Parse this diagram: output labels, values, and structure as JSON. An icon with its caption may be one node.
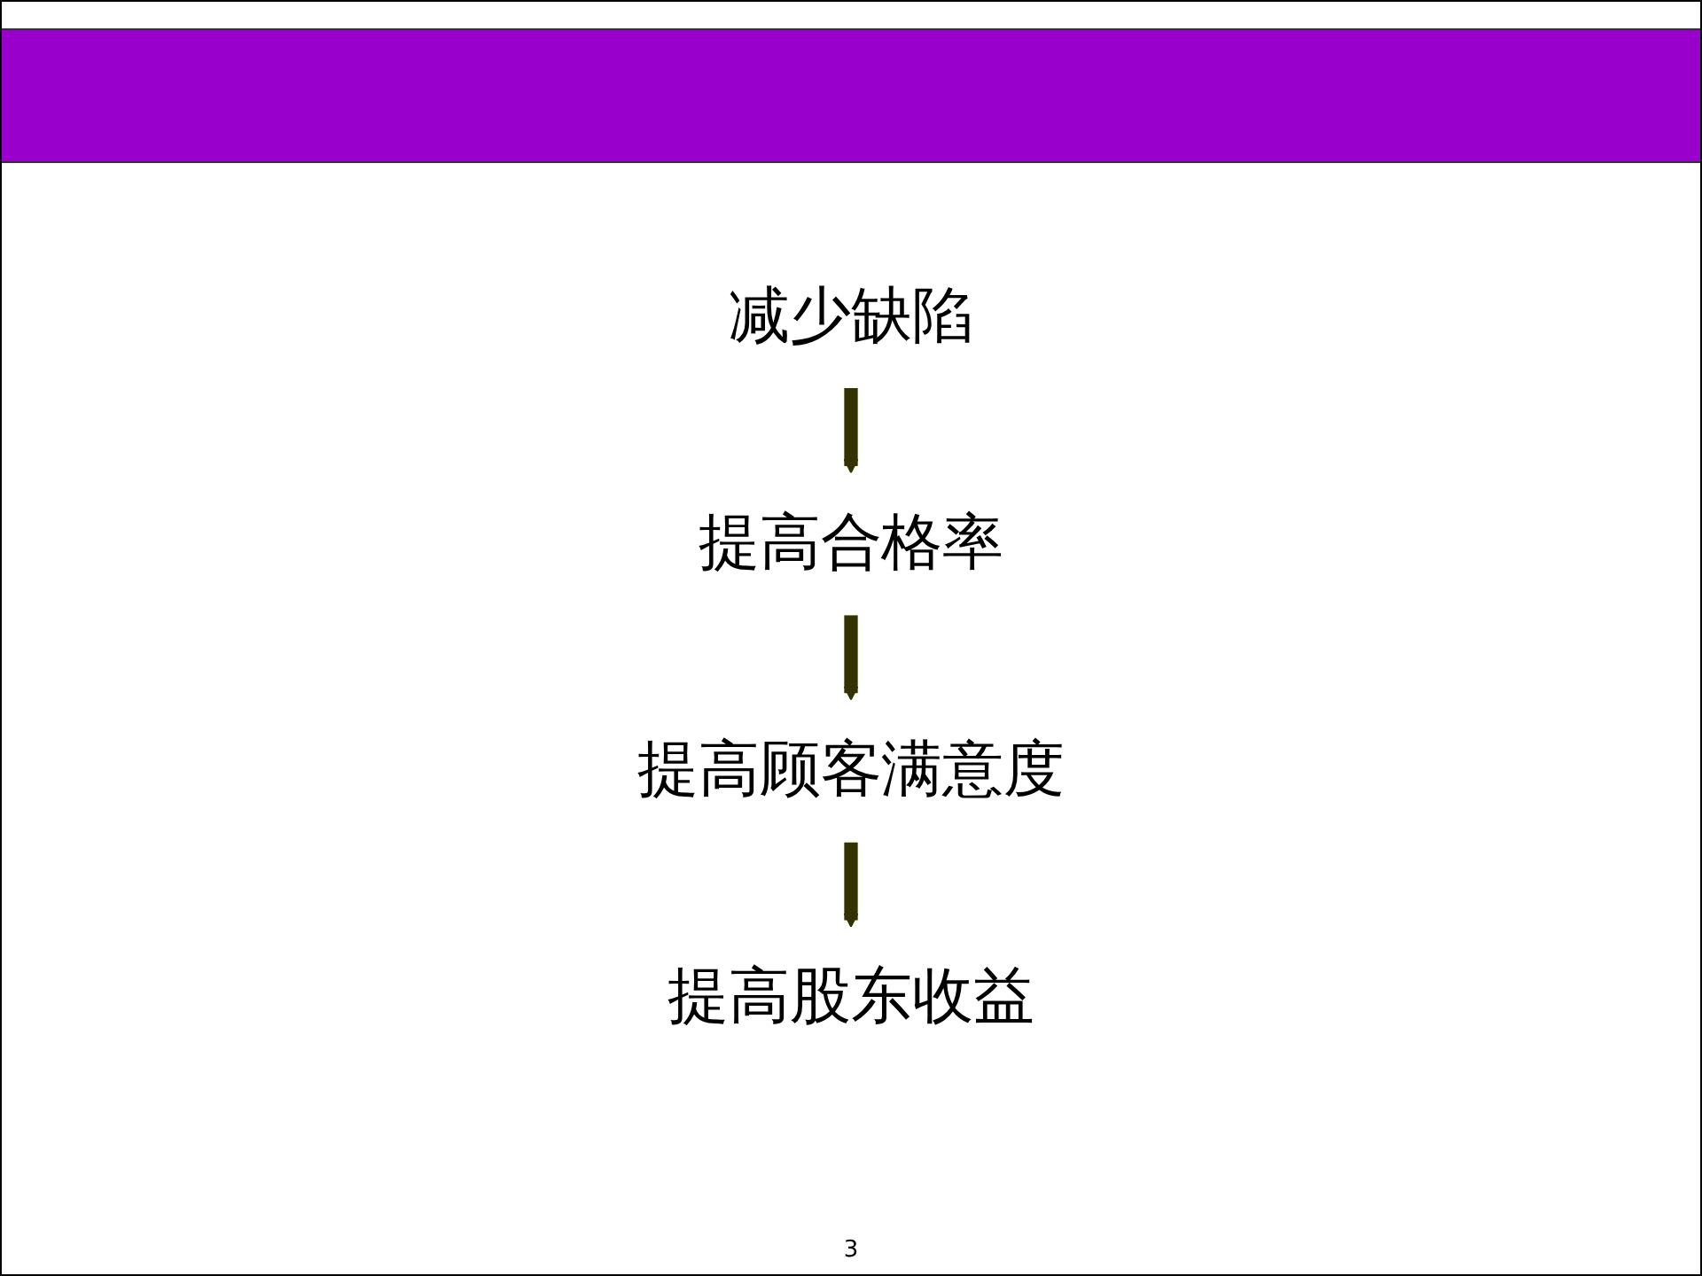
{
  "diagram": {
    "nodes": [
      {
        "text": [
          "减少缺陷"
        ]
      },
      {
        "text": [
          "提高合格率"
        ]
      },
      {
        "text": [
          "提高顾客满意度"
        ]
      },
      {
        "text": [
          "提高股东收益"
        ]
      }
    ],
    "edges": [
      {
        "from": 0,
        "to": 1,
        "arrow": "to"
      },
      {
        "from": 1,
        "to": 2,
        "arrow": "to"
      },
      {
        "from": 2,
        "to": 3,
        "arrow": "to"
      }
    ],
    "labels": [
      "3"
    ]
  }
}
